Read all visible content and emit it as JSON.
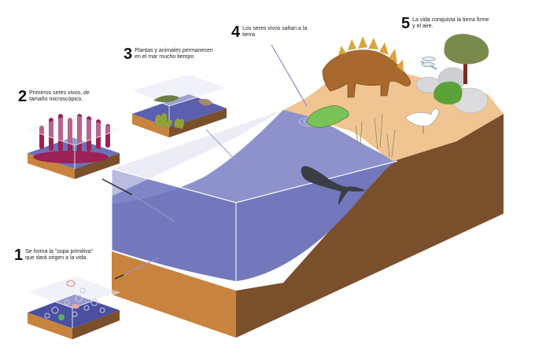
{
  "diagram": {
    "title": "",
    "steps": [
      {
        "number": "1",
        "text": "Se forma la \"sopa primitiva\" que dará origen a la vida."
      },
      {
        "number": "2",
        "text": "Primeros seres vivos, de tamaño microscópico."
      },
      {
        "number": "3",
        "text": "Plantas y animales permanecen en el mar mucho tiempo"
      },
      {
        "number": "4",
        "text": "Los seres vivos saltan a la tierra"
      },
      {
        "number": "5",
        "text": "La vida conquista la tierra firme y el aire."
      }
    ],
    "colors": {
      "water": "#6b70b8",
      "water_light": "#c9cbe6",
      "sand": "#f0c592",
      "soil_front": "#c8843f",
      "soil_side": "#7a4f2c",
      "dinosaur": "#a8682e",
      "frog": "#79c257",
      "tree": "#7a8a4c",
      "microbes": "#9b2156"
    }
  }
}
